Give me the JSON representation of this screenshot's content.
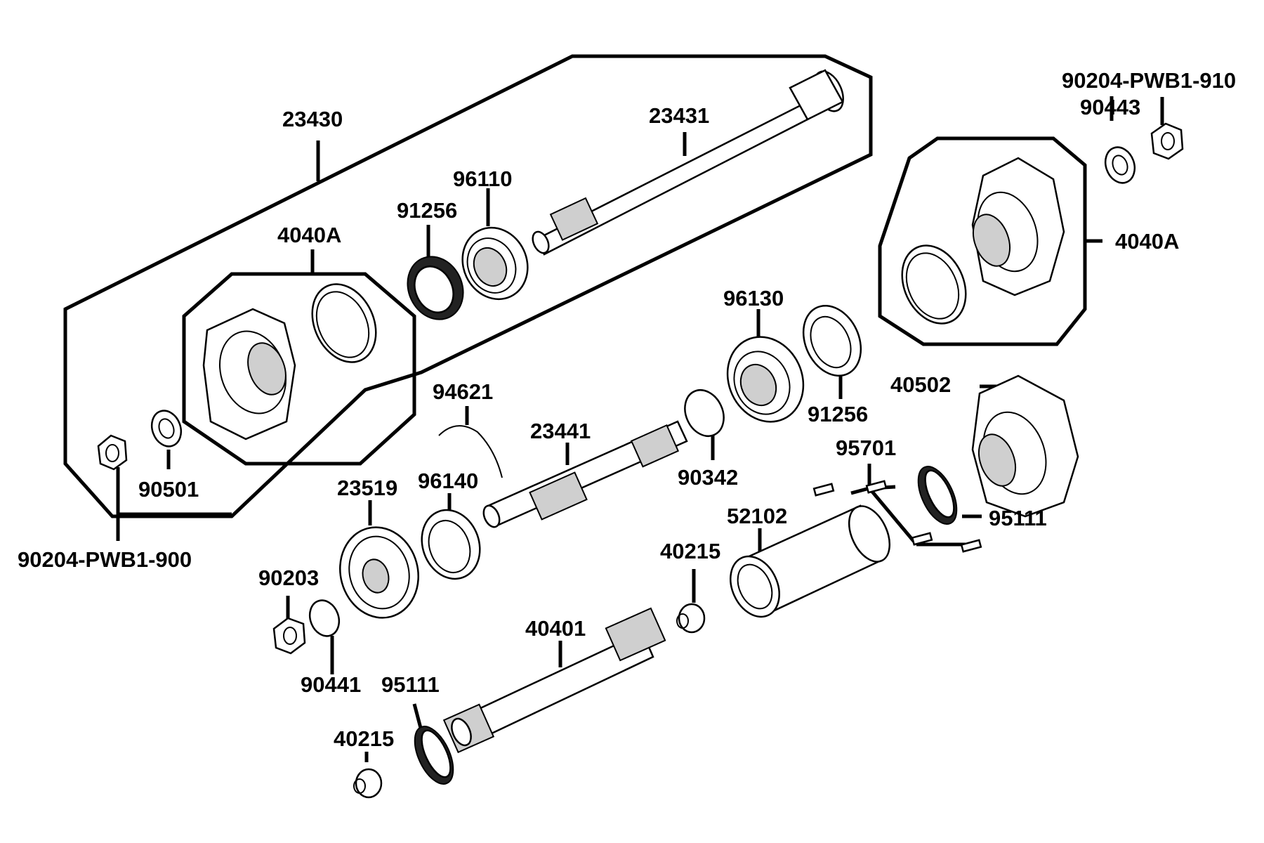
{
  "labels": {
    "l23430": "23430",
    "l23431": "23431",
    "l96110": "96110",
    "l91256a": "91256",
    "l4040Aa": "4040A",
    "l90501": "90501",
    "l90204_900": "90204-PWB1-900",
    "l90204_910": "90204-PWB1-910",
    "l90443": "90443",
    "l4040Ab": "4040A",
    "l96130": "96130",
    "l91256b": "91256",
    "l40502": "40502",
    "l94621": "94621",
    "l23441": "23441",
    "l90342": "90342",
    "l95701": "95701",
    "l23519": "23519",
    "l96140": "96140",
    "l52102": "52102",
    "l95111a": "95111",
    "l40215a": "40215",
    "l90203": "90203",
    "l40401": "40401",
    "l90441": "90441",
    "l95111b": "95111",
    "l40215b": "40215"
  }
}
